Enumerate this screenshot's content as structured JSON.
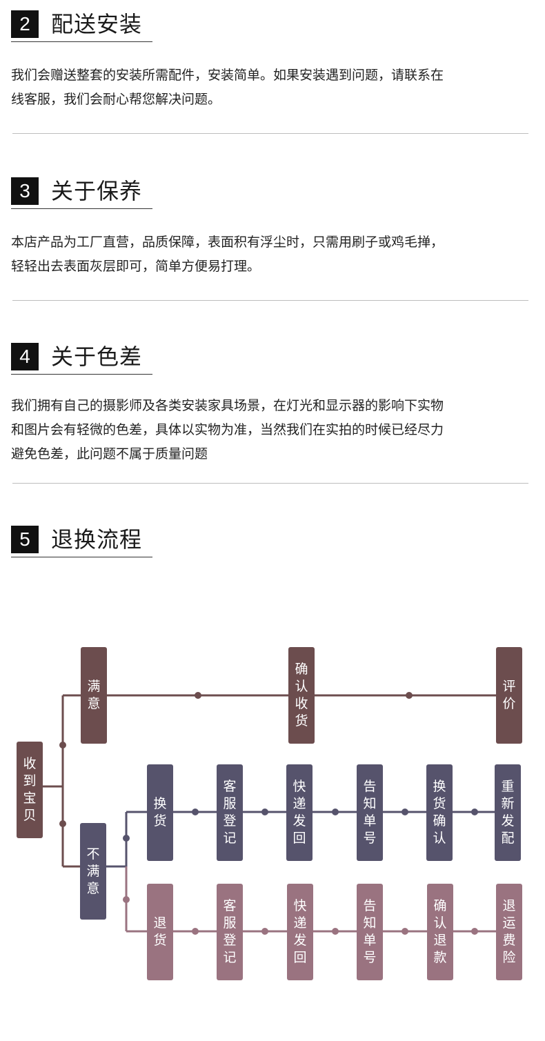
{
  "sections": [
    {
      "number": "2",
      "title": "配送安装",
      "lines": [
        "我们会赠送整套的安装所需配件，安装简单。如果安装遇到问题，请联系在",
        "线客服，我们会耐心帮您解决问题。"
      ]
    },
    {
      "number": "3",
      "title": "关于保养",
      "lines": [
        "本店产品为工厂直营，品质保障，表面积有浮尘时，只需用刷子或鸡毛掸，",
        "轻轻出去表面灰层即可，简单方便易打理。"
      ]
    },
    {
      "number": "4",
      "title": "关于色差",
      "lines": [
        "我们拥有自己的摄影师及各类安装家具场景，在灯光和显示器的影响下实物",
        "和图片会有轻微的色差，具体以实物为准，当然我们在实拍的时候已经尽力",
        "避免色差，此问题不属于质量问题"
      ]
    },
    {
      "number": "5",
      "title": "退换流程",
      "lines": []
    }
  ],
  "flow": {
    "colors": {
      "brown": "#6c4d4e",
      "slate": "#56536c",
      "mauve": "#9a7380",
      "line_brown": "#6c4d4e",
      "line_slate": "#56536c",
      "line_mauve": "#9a7380"
    },
    "start": "收到宝贝",
    "satisfied": {
      "label": "满意",
      "steps": [
        "确认收货",
        "评价"
      ]
    },
    "unsatisfied": {
      "label": "不满意",
      "exchange": {
        "label": "换货",
        "steps": [
          "客服登记",
          "快递发回",
          "告知单号",
          "换货确认",
          "重新发配"
        ]
      },
      "refund": {
        "label": "退货",
        "steps": [
          "客服登记",
          "快递发回",
          "告知单号",
          "确认退款",
          "退运费险"
        ]
      }
    }
  }
}
